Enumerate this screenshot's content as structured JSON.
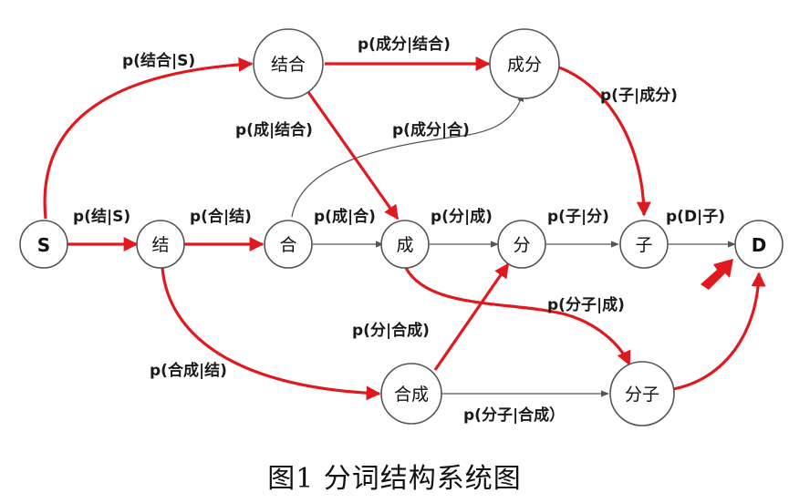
{
  "nodes": {
    "S": "S",
    "jie": "结",
    "he": "合",
    "cheng": "成",
    "fen": "分",
    "zi": "子",
    "D": "D",
    "jiehe": "结合",
    "chengfen": "成分",
    "hecheng": "合成",
    "fenzi": "分子"
  },
  "edges": {
    "S_jiehe": "p(结合|S)",
    "jiehe_chengfen": "p(成分|结合)",
    "chengfen_zi": "p(子|成分)",
    "jiehe_cheng": "p(成|结合)",
    "he_chengfen": "p(成分|合)",
    "S_jie": "p(结|S)",
    "jie_he": "p(合|结)",
    "he_cheng": "p(成|合)",
    "cheng_fen": "p(分|成)",
    "fen_zi": "p(子|分)",
    "zi_D": "p(D|子)",
    "cheng_fenzi": "p(分子|成)",
    "hecheng_fen": "p(分|合成)",
    "jie_hecheng": "p(合成|结)",
    "hecheng_fenzi": "p(分子|合成）"
  },
  "colors": {
    "highlight": "#e0191f",
    "plain": "#555555"
  },
  "caption": "图1   分词结构系统图"
}
